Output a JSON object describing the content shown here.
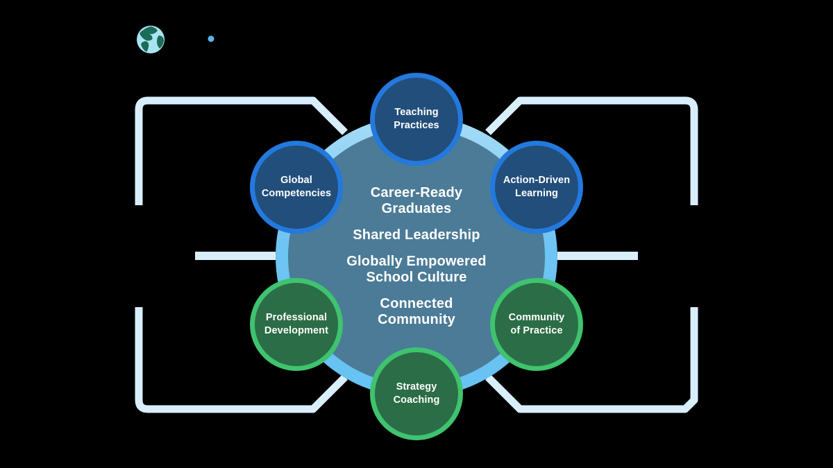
{
  "logo": {
    "globe_icon": "globe-icon",
    "globe_ocean_color": "#a8e4f0",
    "globe_land_color": "#1a6b57",
    "accent_dot_color": "#58b7e9"
  },
  "hub": {
    "items": [
      "Career-Ready\nGraduates",
      "Shared Leadership",
      "Globally Empowered\nSchool Culture",
      "Connected\nCommunity"
    ],
    "fill_color": "#4b7b97",
    "ring_color": "#6fc4f3"
  },
  "satellites": [
    {
      "id": "teaching-practices",
      "label": "Teaching\nPractices",
      "theme": "blue"
    },
    {
      "id": "global-competencies",
      "label": "Global\nCompetencies",
      "theme": "blue"
    },
    {
      "id": "action-driven-learning",
      "label": "Action-Driven\nLearning",
      "theme": "blue"
    },
    {
      "id": "professional-development",
      "label": "Professional\nDevelopment",
      "theme": "green"
    },
    {
      "id": "community-of-practice",
      "label": "Community\nof Practice",
      "theme": "green"
    },
    {
      "id": "strategy-coaching",
      "label": "Strategy\nCoaching",
      "theme": "green"
    }
  ],
  "colors": {
    "background": "#000000",
    "blue_circle_fill": "#224e7b",
    "blue_circle_border": "#2379dd",
    "green_circle_fill": "#2b6d46",
    "green_circle_border": "#3fc36f",
    "bracket_line": "#d9eefb",
    "text": "#ffffff"
  }
}
